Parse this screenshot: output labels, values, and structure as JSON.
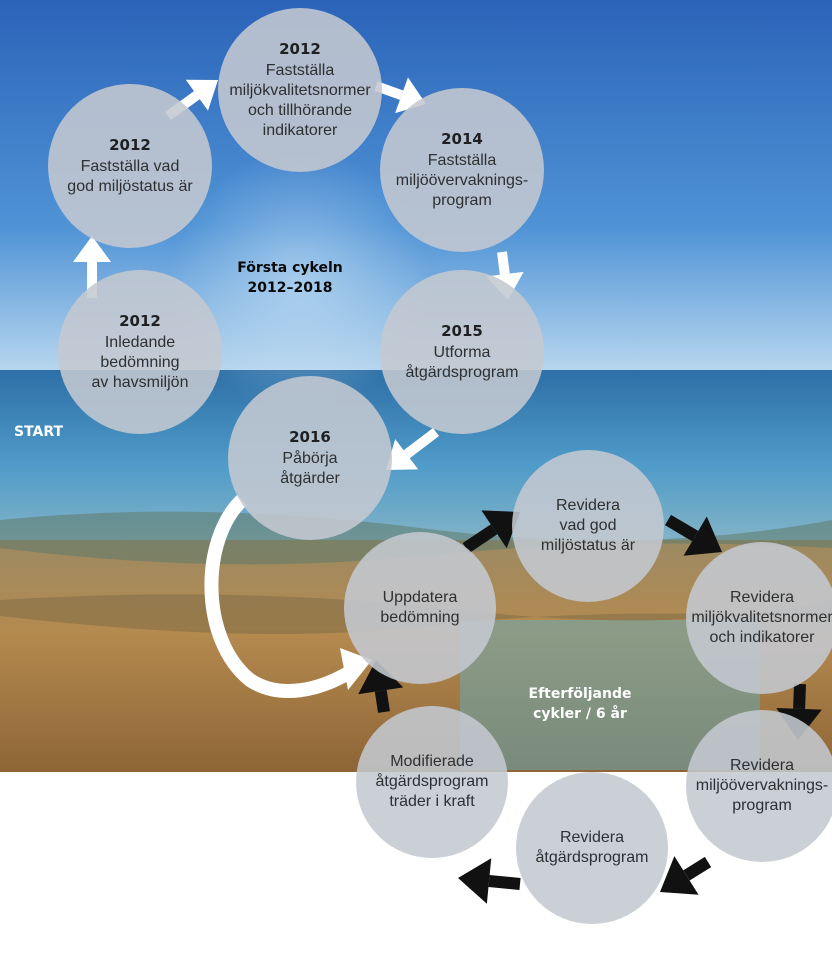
{
  "start_label": "START",
  "first_cycle": {
    "title": "Första cykeln\n2012–2018",
    "nodes": [
      {
        "year": "2012",
        "text": "Inledande\nbedömning\nav havsmiljön"
      },
      {
        "year": "2012",
        "text": "Fastställa vad\ngod miljöstatus är"
      },
      {
        "year": "2012",
        "text": "Fastställa\nmiljökvalitetsnormer\noch tillhörande\nindikatorer"
      },
      {
        "year": "2014",
        "text": "Fastställa\nmiljöövervaknings-\nprogram"
      },
      {
        "year": "2015",
        "text": "Utforma\nåtgärdsprogram"
      },
      {
        "year": "2016",
        "text": "Påbörja\nåtgärder"
      }
    ]
  },
  "later_cycles": {
    "title": "Efterföljande\ncykler / 6 år",
    "nodes": [
      {
        "text": "Uppdatera\nbedömning"
      },
      {
        "text": "Revidera\nvad god\nmiljöstatus är"
      },
      {
        "text": "Revidera\nmiljökvalitetsnormer\noch indikatorer"
      },
      {
        "text": "Revidera\nmiljöövervaknings-\nprogram"
      },
      {
        "text": "Revidera\nåtgärdsprogram"
      },
      {
        "text": "Modifierade\nåtgärdsprogram\nträder i kraft"
      }
    ]
  },
  "colors": {
    "node_fill": "#c4c8d0",
    "white_arrow": "#ffffff",
    "black_arrow": "#111111",
    "sky": "#2f6fc4",
    "sea": "#3f8fc6",
    "sand": "#b38a52"
  }
}
